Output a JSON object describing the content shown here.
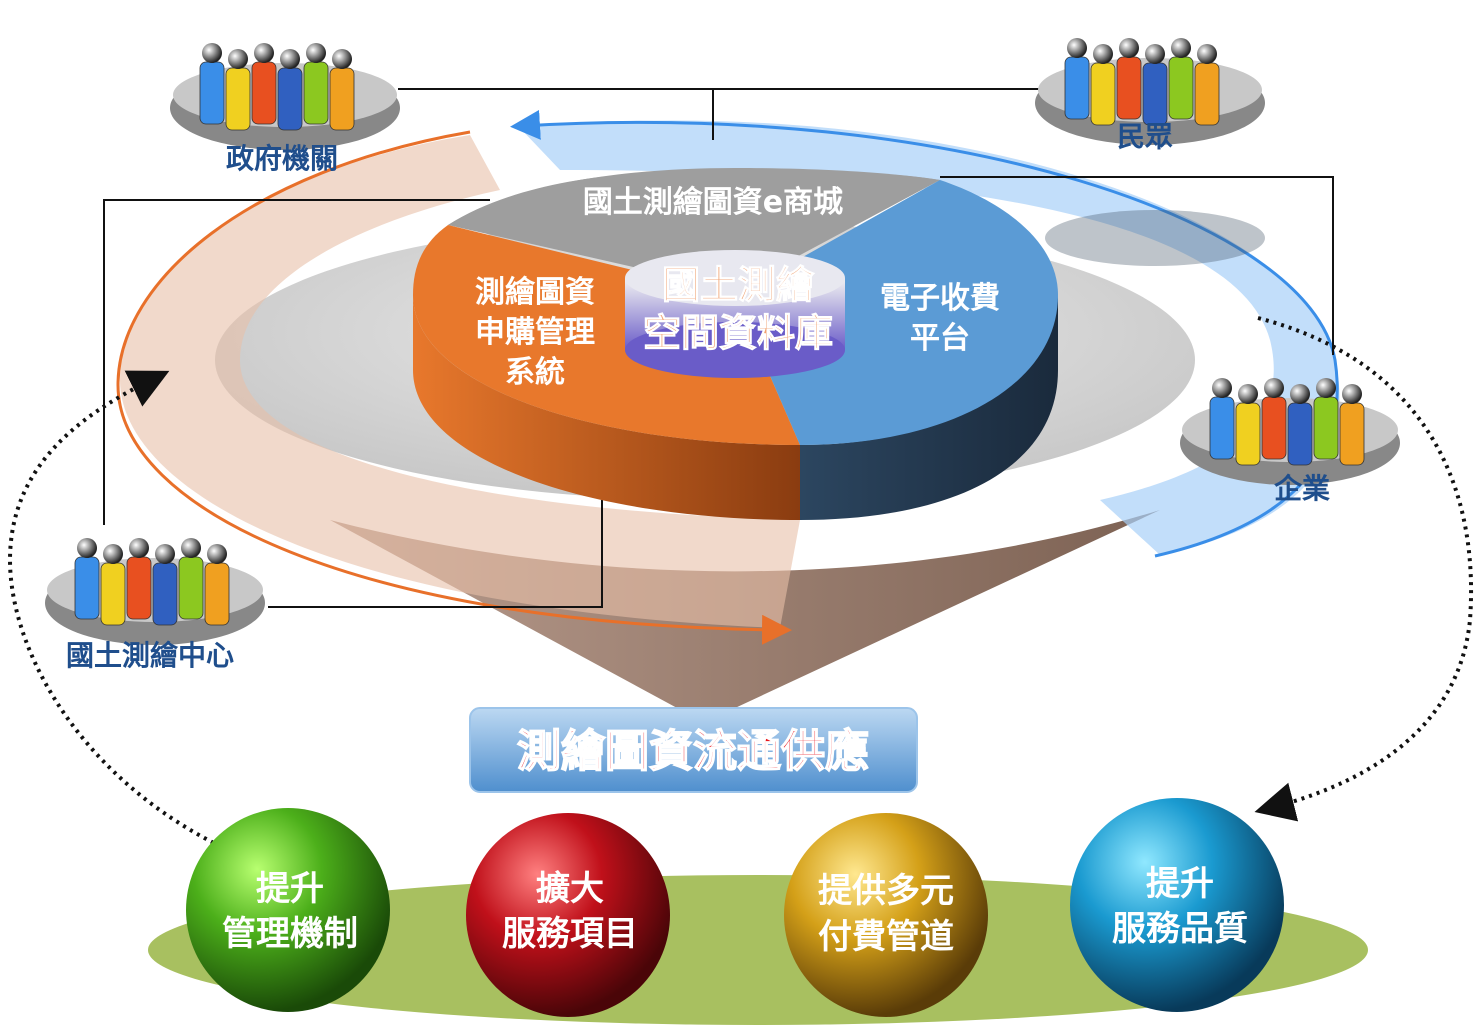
{
  "groups": {
    "government": "政府機關",
    "public": "民眾",
    "enterprise": "企業",
    "center": "國土測繪中心"
  },
  "pie": {
    "top_segment": "國土測繪圖資e商城",
    "left_segment": [
      "測繪圖資",
      "申購管理",
      "系統"
    ],
    "right_segment": [
      "電子收費",
      "平台"
    ],
    "core": [
      "國土測繪",
      "空間資料庫"
    ]
  },
  "banner": "測繪圖資流通供應",
  "benefits": [
    {
      "lines": [
        "提升",
        "管理機制"
      ],
      "color": "#4caf1a"
    },
    {
      "lines": [
        "擴大",
        "服務項目"
      ],
      "color": "#c0101a"
    },
    {
      "lines": [
        "提供多元",
        "付費管道"
      ],
      "color": "#d4a018"
    },
    {
      "lines": [
        "提升",
        "服務品質"
      ],
      "color": "#1a9ad0"
    }
  ],
  "colors": {
    "orange": "#e8782c",
    "blue": "#5b9bd5",
    "grey": "#9e9e9e",
    "banner_text": "#e8161e",
    "label_text": "#1f4e8c"
  }
}
